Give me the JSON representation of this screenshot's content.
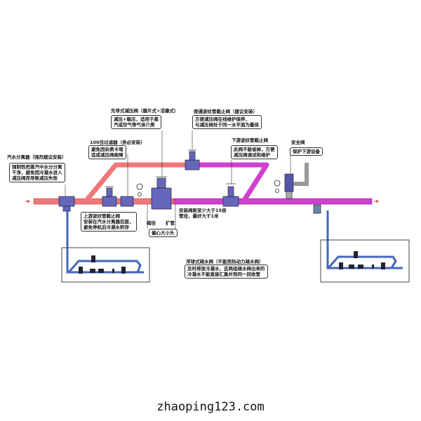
{
  "labels": {
    "separator_title": "汽水分离器（强烈建议安装）",
    "separator_note": [
      "强制性把蒸汽中水分分离",
      "干净，避免因冷凝水进入",
      "减压阀而导致减压失效"
    ],
    "filter_title": "100目过滤器（务必安装）",
    "filter_note": [
      "避免因杂质卡堵",
      "造成减压阀故障"
    ],
    "prv_title": "先导式减压阀（膜片式+活塞式）",
    "prv_note": [
      "减压+稳压，适用于蒸",
      "汽或空气等气体介质"
    ],
    "bypass_title": "旁通波纹管截止阀（建议安装）",
    "bypass_note": [
      "方便减压阀在线维护保养，",
      "与减压阀处于同一水平面为最佳"
    ],
    "downstream_title": "下游波纹管截止阀",
    "downstream_note": [
      "此阀不能省掉，方便",
      "减压阀调试和维护"
    ],
    "safety_title": "安全阀",
    "safety_note": "保护下游设备",
    "distance_note": [
      "安装阀距至少大于15倍",
      "管径，最好大于1米"
    ],
    "upstream_note": [
      "上游波纹管截止阀",
      "安装在汽水分离器后面，",
      "避免停机后冷凝水积存"
    ],
    "reducer": "缩径",
    "expander": "扩管",
    "eccentric": "偏心大小头",
    "trap_title": "浮球式疏水阀（不能用热动力疏水阀）",
    "trap_note": [
      "及时排放冷凝水，这两组疏水阀出来的",
      "冷凝水不能直接汇集并到同一回收管"
    ]
  },
  "watermark": "zhaoping123.com",
  "colors": {
    "high_pressure": "#f07878",
    "low_pressure": "#d040d0",
    "drain": "#4466bb",
    "valve": "#5555aa"
  }
}
